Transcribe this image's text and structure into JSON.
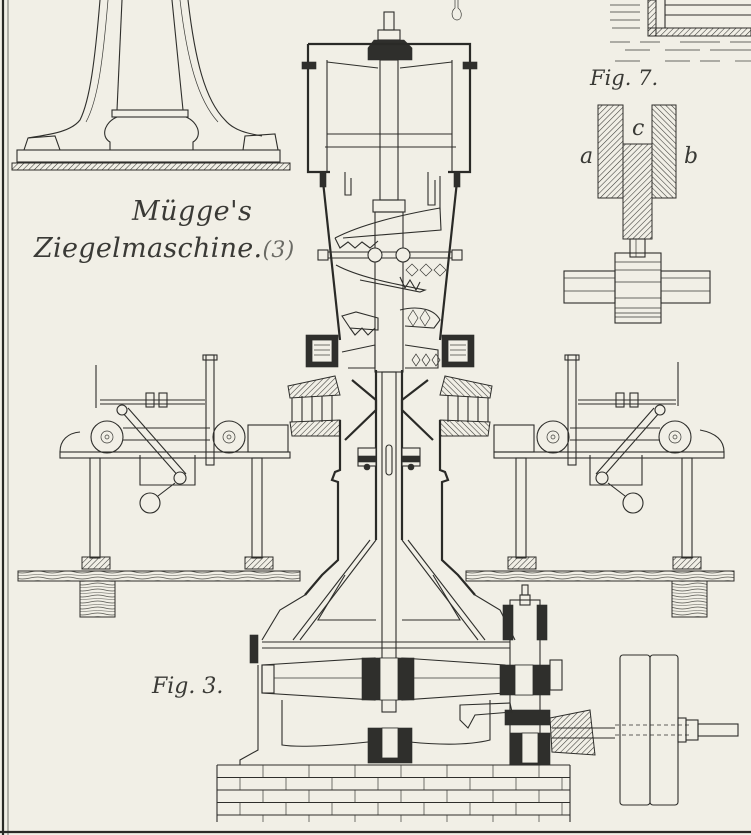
{
  "plate": {
    "title_line1": "Mügge's",
    "title_line2": "Ziegelmaschine.",
    "plate_number": "(3)",
    "colors": {
      "paper": "#f1efe6",
      "ink": "#2e2e2b"
    }
  },
  "figures": [
    {
      "id": "fig7",
      "label": "Fig. 7.",
      "part_labels": [
        "a",
        "b",
        "c"
      ]
    },
    {
      "id": "fig3",
      "label": "Fig. 3."
    }
  ]
}
